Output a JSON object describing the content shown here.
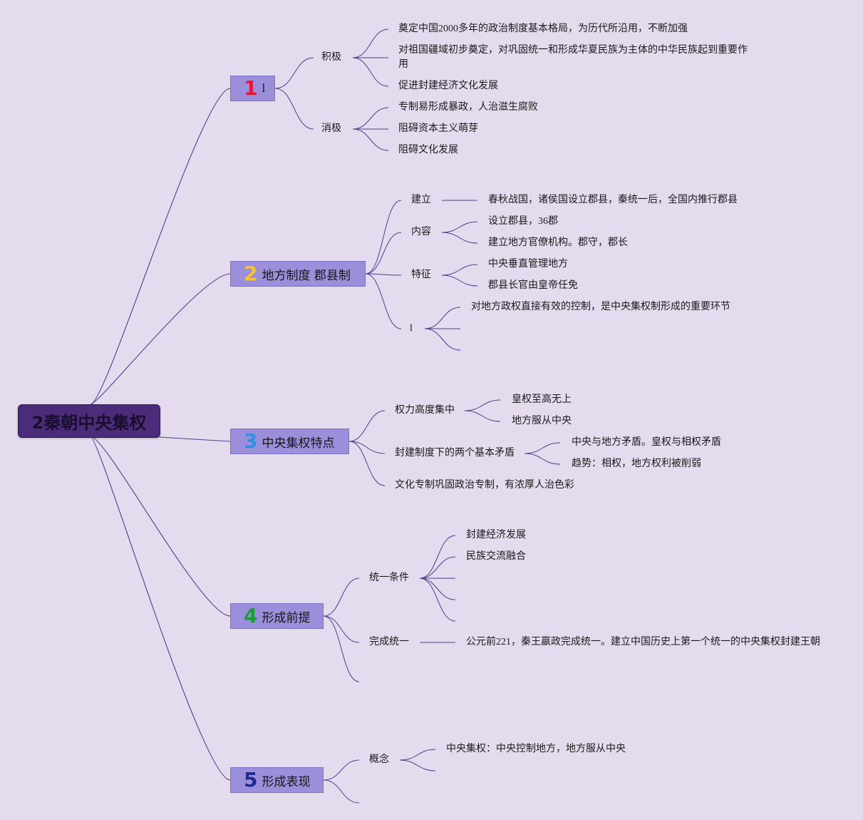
{
  "root": {
    "label": "2秦朝中央集权"
  },
  "colors": {
    "background": "#e4dcee",
    "line": "#4b3f8c",
    "root_fill": "#4a2c7a",
    "branch_fill": "#9b8fdb",
    "badge_1": "#e0193c",
    "badge_2": "#f4c430",
    "badge_3": "#2f8fe0",
    "badge_4": "#1f9a3a",
    "badge_5": "#1e2a8c"
  },
  "branches": [
    {
      "num": "1",
      "label": "l",
      "children": [
        {
          "label": "积极",
          "children": [
            {
              "label": "奠定中国2000多年的政治制度基本格局，为历代所沿用，不断加强"
            },
            {
              "label": "对祖国疆域初步奠定，对巩固统一和形成华夏民族为主体的中华民族起到重要作用"
            },
            {
              "label": "促进封建经济文化发展"
            }
          ]
        },
        {
          "label": "消极",
          "children": [
            {
              "label": "专制易形成暴政，人治滋生腐败"
            },
            {
              "label": "阻碍资本主义萌芽"
            },
            {
              "label": "阻碍文化发展"
            }
          ]
        }
      ]
    },
    {
      "num": "2",
      "label": "地方制度 郡县制",
      "children": [
        {
          "label": "建立",
          "children": [
            {
              "label": "春秋战国，诸侯国设立郡县，秦统一后，全国内推行郡县"
            }
          ]
        },
        {
          "label": "内容",
          "children": [
            {
              "label": "设立郡县，36郡"
            },
            {
              "label": "建立地方官僚机构。郡守，郡长"
            }
          ]
        },
        {
          "label": "特征",
          "children": [
            {
              "label": "中央垂直管理地方"
            },
            {
              "label": "郡县长官由皇帝任免"
            }
          ]
        },
        {
          "label": "l",
          "children": [
            {
              "label": "对地方政权直接有效的控制，是中央集权制形成的重要环节"
            },
            {
              "label": ""
            },
            {
              "label": ""
            }
          ]
        }
      ]
    },
    {
      "num": "3",
      "label": "中央集权特点",
      "children": [
        {
          "label": "权力高度集中",
          "children": [
            {
              "label": "皇权至高无上"
            },
            {
              "label": "地方服从中央"
            }
          ]
        },
        {
          "label": "封建制度下的两个基本矛盾",
          "children": [
            {
              "label": "中央与地方矛盾。皇权与相权矛盾"
            },
            {
              "label": "趋势：相权，地方权利被削弱"
            }
          ]
        },
        {
          "label": "文化专制巩固政治专制，有浓厚人治色彩"
        }
      ]
    },
    {
      "num": "4",
      "label": "形成前提",
      "children": [
        {
          "label": "统一条件",
          "children": [
            {
              "label": "封建经济发展"
            },
            {
              "label": "民族交流融合"
            },
            {
              "label": ""
            },
            {
              "label": ""
            },
            {
              "label": ""
            }
          ]
        },
        {
          "label": "完成统一",
          "children": [
            {
              "label": "公元前221，秦王嬴政完成统一。建立中国历史上第一个统一的中央集权封建王朝"
            }
          ]
        },
        {
          "label": ""
        }
      ]
    },
    {
      "num": "5",
      "label": "形成表现",
      "children": [
        {
          "label": "概念",
          "children": [
            {
              "label": "中央集权：中央控制地方，地方服从中央"
            },
            {
              "label": ""
            }
          ]
        },
        {
          "label": ""
        }
      ]
    }
  ]
}
